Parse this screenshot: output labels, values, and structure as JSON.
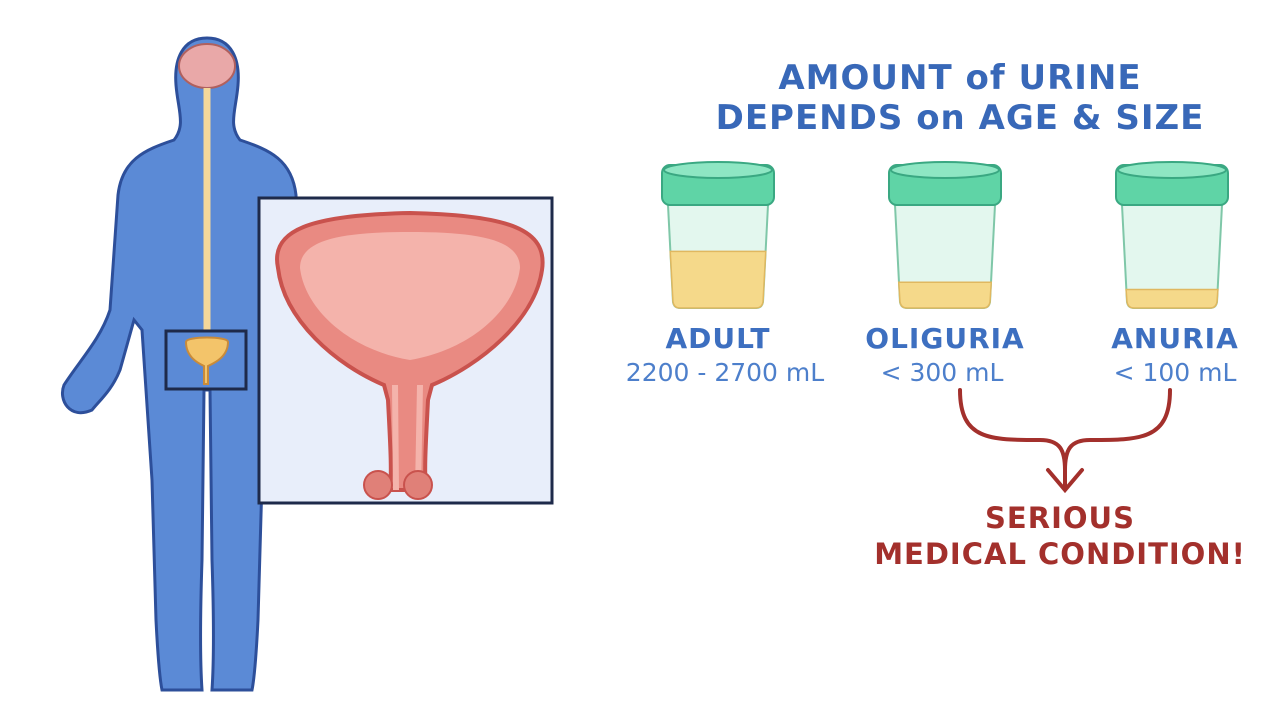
{
  "title": {
    "line1": "AMOUNT of URINE",
    "line2": "DEPENDS on AGE & SIZE"
  },
  "containers": [
    {
      "label": "ADULT",
      "amount": "2200 - 2700 mL",
      "fill_fraction": 0.55
    },
    {
      "label": "OLIGURIA",
      "amount": "< 300 mL",
      "fill_fraction": 0.25
    },
    {
      "label": "ANURIA",
      "amount": "< 100 mL",
      "fill_fraction": 0.18
    }
  ],
  "conclusion": {
    "line1": "SERIOUS",
    "line2": "MEDICAL CONDITION!"
  },
  "colors": {
    "title": "#3868b8",
    "body": "#5b8ad6",
    "body_outline": "#2d4f9a",
    "lid": "#5fd4a6",
    "urine": "#f5d98a",
    "warning": "#a3302c",
    "bladder": "#e98a82"
  }
}
